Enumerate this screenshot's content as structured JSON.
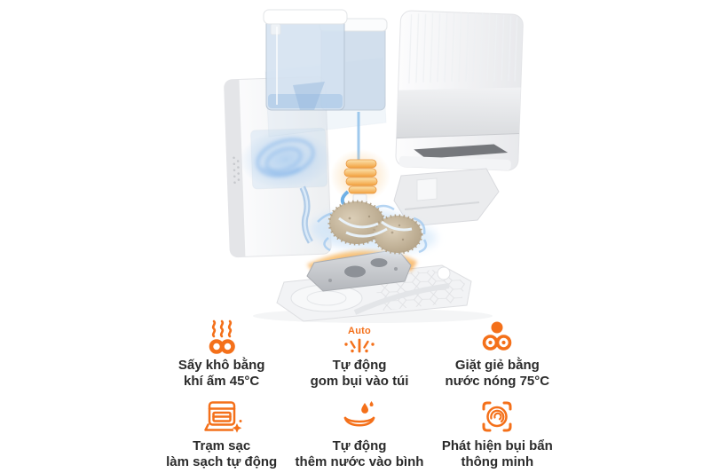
{
  "colors": {
    "accent": "#F4701A",
    "text": "#2B2B2B",
    "background": "#FFFFFF",
    "glow_blue": "#A9CCF2",
    "heater_orange": "#F3A240"
  },
  "product": {
    "description": "exploded-view-robot-vacuum-dock-station",
    "parts": [
      "clean-water-tank",
      "dirty-water-tank",
      "tank-housing",
      "outer-shell",
      "dock-ramp",
      "dust-bag-compartment",
      "drain-tube",
      "heating-element",
      "mop-pads-washing",
      "heated-glow-band",
      "wash-tray",
      "washboard-base-plate"
    ]
  },
  "features": {
    "items": [
      {
        "icon": "warm-air-dry-icon",
        "line1": "Sấy khô bằng",
        "line2": "khí ấm 45°C"
      },
      {
        "icon": "auto-dust-collect-icon",
        "icon_text": "Auto",
        "line1": "Tự động",
        "line2": "gom bụi vào túi"
      },
      {
        "icon": "hot-water-mop-wash-icon",
        "line1": "Giặt giẻ bằng",
        "line2": "nước nóng 75°C"
      },
      {
        "icon": "self-clean-dock-icon",
        "line1": "Trạm sạc",
        "line2": "làm sạch tự động"
      },
      {
        "icon": "auto-water-refill-icon",
        "line1": "Tự động",
        "line2": "thêm nước vào bình"
      },
      {
        "icon": "smart-dirt-detect-icon",
        "line1": "Phát hiện bụi bẩn",
        "line2": "thông minh"
      }
    ]
  }
}
